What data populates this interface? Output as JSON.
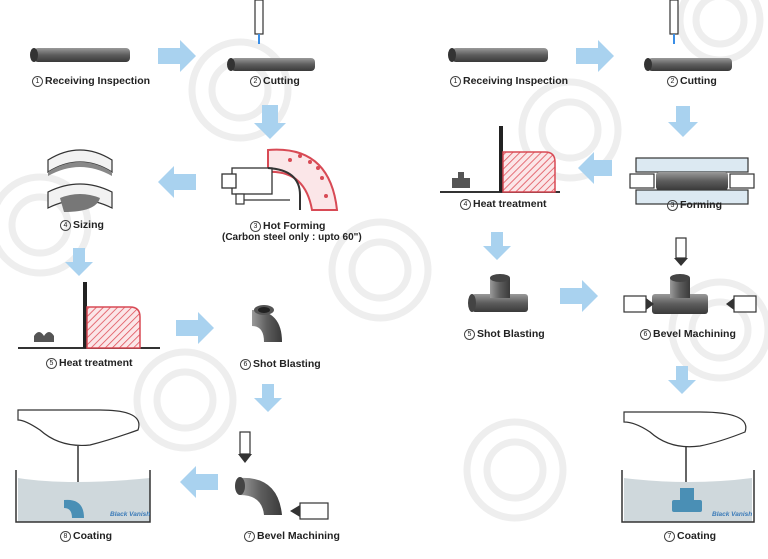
{
  "left": {
    "steps": [
      {
        "num": "1",
        "label": "Receiving Inspection"
      },
      {
        "num": "2",
        "label": "Cutting"
      },
      {
        "num": "3",
        "label": "Hot Forming"
      },
      {
        "num": "4",
        "label": "Sizing"
      },
      {
        "num": "5",
        "label": "Heat treatment"
      },
      {
        "num": "6",
        "label": "Shot Blasting"
      },
      {
        "num": "7",
        "label": "Bevel Machining"
      },
      {
        "num": "8",
        "label": "Coating"
      }
    ],
    "hot_forming_note": "(Carbon steel only : upto 60\")",
    "tank_text": "Black Vanish"
  },
  "right": {
    "steps": [
      {
        "num": "1",
        "label": "Receiving Inspection"
      },
      {
        "num": "2",
        "label": "Cutting"
      },
      {
        "num": "3",
        "label": "Forming"
      },
      {
        "num": "4",
        "label": "Heat treatment"
      },
      {
        "num": "5",
        "label": "Shot Blasting"
      },
      {
        "num": "6",
        "label": "Bevel Machining"
      },
      {
        "num": "7",
        "label": "Coating"
      }
    ],
    "tank_text": "Black Vanish"
  },
  "colors": {
    "arrow": "#a9d2ef",
    "pipe": "#6b6b6b",
    "hatch": "#e0505a",
    "tank_liquid": "#cfd8dc"
  }
}
